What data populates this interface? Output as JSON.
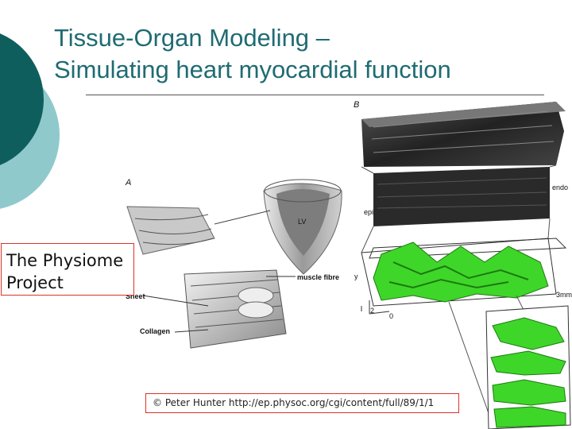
{
  "slide": {
    "title_line1": "Tissue-Organ Modeling –",
    "title_line2": "Simulating heart myocardial function",
    "callout_line1": "The Physiome",
    "callout_line2": "Project",
    "credit": "© Peter Hunter  http://ep.physoc.org/cgi/content/full/89/1/1"
  },
  "figure": {
    "label_a": "A",
    "label_b": "B",
    "label_lv": "LV",
    "label_muscle_fibre": "muscle fibre",
    "label_sheet": "Sheet",
    "label_collagen": "Collagen",
    "label_endo": "endo",
    "label_epi": "epi",
    "label_scale": "3mm",
    "label_y": "y",
    "label_axis_2": "2",
    "label_axis_0": "0"
  },
  "colors": {
    "title_teal": "#1f6b73",
    "deco_dark_teal": "#0f5e5e",
    "deco_light_teal": "#8fc9cc",
    "callout_border": "#d9352b",
    "myocyte_green": "#3fd62a"
  }
}
